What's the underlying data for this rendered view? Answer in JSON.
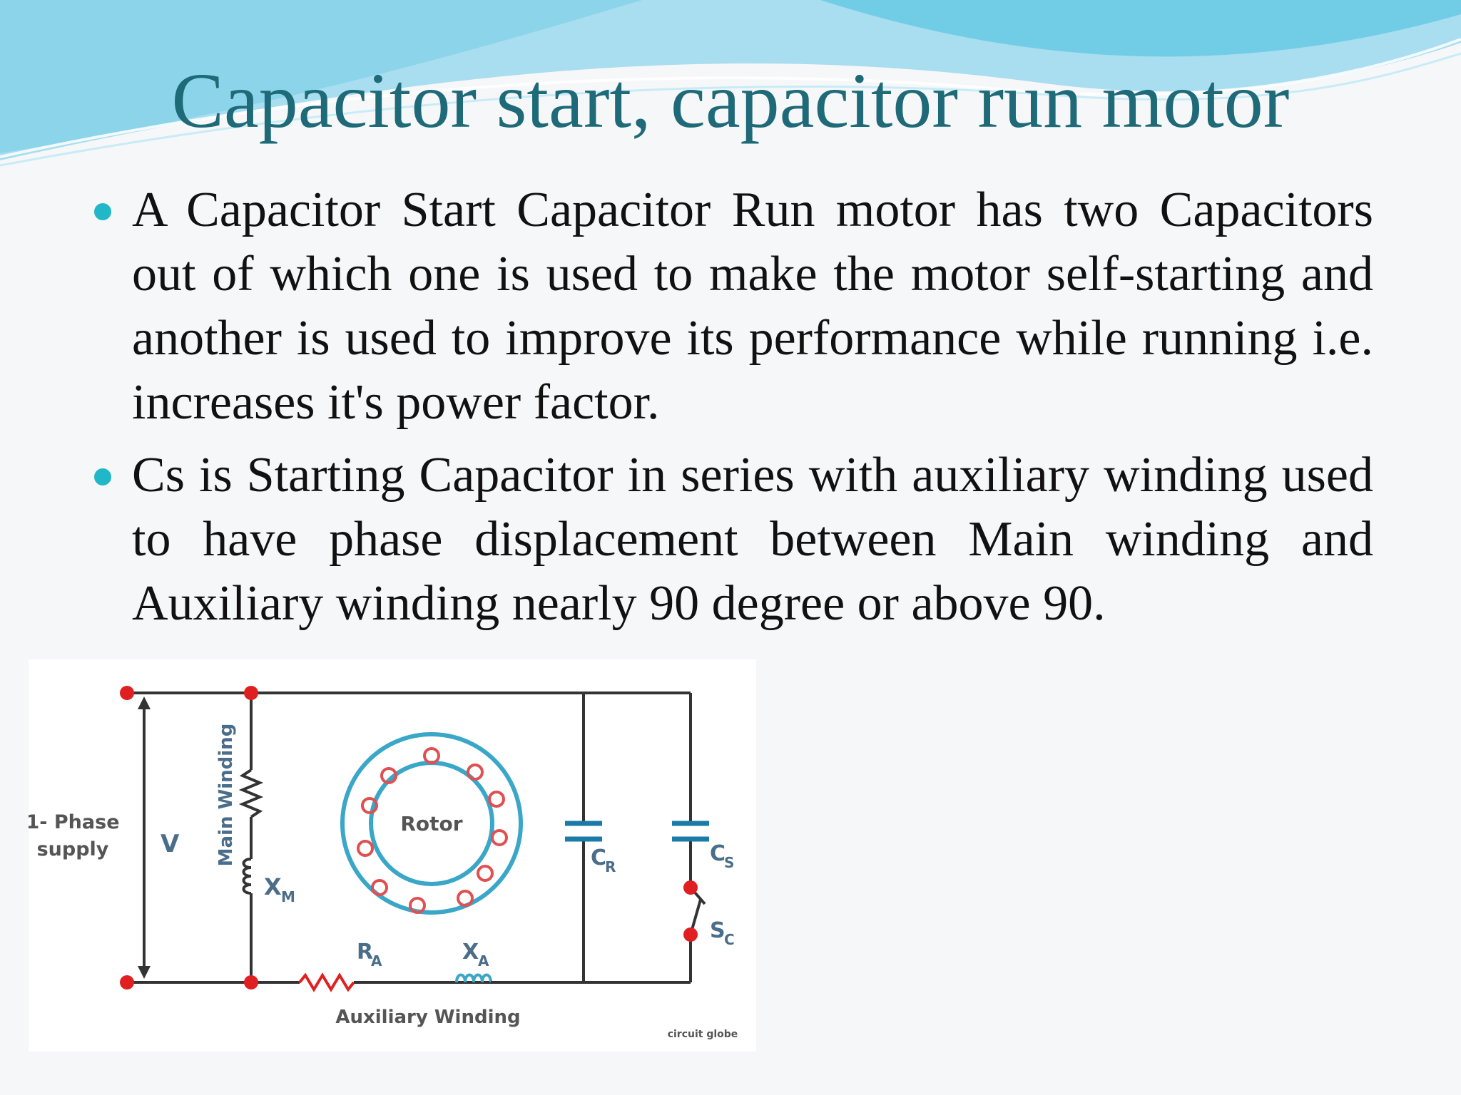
{
  "title": "Capacitor start, capacitor run motor",
  "colors": {
    "title": "#1e6a78",
    "bullet": "#20b7c8",
    "wave_light": "#a9ddf0",
    "wave_dark": "#4cc3e0",
    "circuit_wire": "#333333",
    "circuit_node": "#e02020",
    "rotor_ring": "#3aa6c8"
  },
  "bullets": [
    "A Capacitor Start Capacitor Run motor has two Capacitors  out of which one is used to make the motor self-starting and another is used to improve its performance while running i.e. increases it's power factor.",
    "Cs is Starting Capacitor in series with auxiliary winding used to have phase displacement between Main winding and Auxiliary winding nearly 90 degree or above 90."
  ],
  "diagram": {
    "supply_line1": "1- Phase",
    "supply_line2": "supply",
    "voltage": "V",
    "main_winding": "Main Winding",
    "xm": "X",
    "xm_sub": "M",
    "rotor": "Rotor",
    "cr": "C",
    "cr_sub": "R",
    "cs": "C",
    "cs_sub": "S",
    "sc": "S",
    "sc_sub": "C",
    "ra": "R",
    "ra_sub": "A",
    "xa": "X",
    "xa_sub": "A",
    "auxiliary": "Auxiliary Winding",
    "watermark": "circuit globe"
  }
}
